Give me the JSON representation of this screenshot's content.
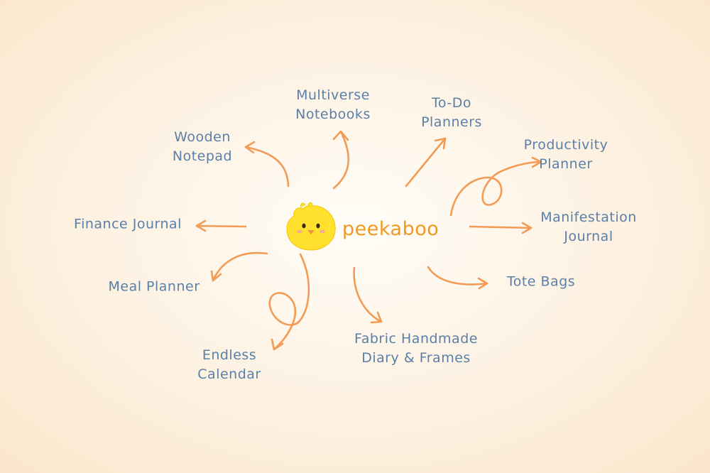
{
  "center": {
    "brand": "peekaboo",
    "mascot_icon": "chick-icon"
  },
  "nodes": {
    "multiverse_notebooks": {
      "line1": "Multiverse",
      "line2": "Notebooks"
    },
    "todo_planners": {
      "line1": "To-Do",
      "line2": "Planners"
    },
    "wooden_notepad": {
      "line1": "Wooden",
      "line2": "Notepad"
    },
    "productivity_planner": {
      "line1": "Productivity",
      "line2": "Planner"
    },
    "finance_journal": {
      "line1": "Finance Journal"
    },
    "manifestation_journal": {
      "line1": "Manifestation",
      "line2": "Journal"
    },
    "meal_planner": {
      "line1": "Meal Planner"
    },
    "tote_bags": {
      "line1": "Tote Bags"
    },
    "endless_calendar": {
      "line1": "Endless",
      "line2": "Calendar"
    },
    "fabric_handmade": {
      "line1": "Fabric Handmade",
      "line2": "Diary & Frames"
    }
  },
  "colors": {
    "label": "#5a7fa8",
    "arrow": "#f39b55",
    "brand": "#ef9a1f",
    "mascot": "#ffe12e"
  }
}
